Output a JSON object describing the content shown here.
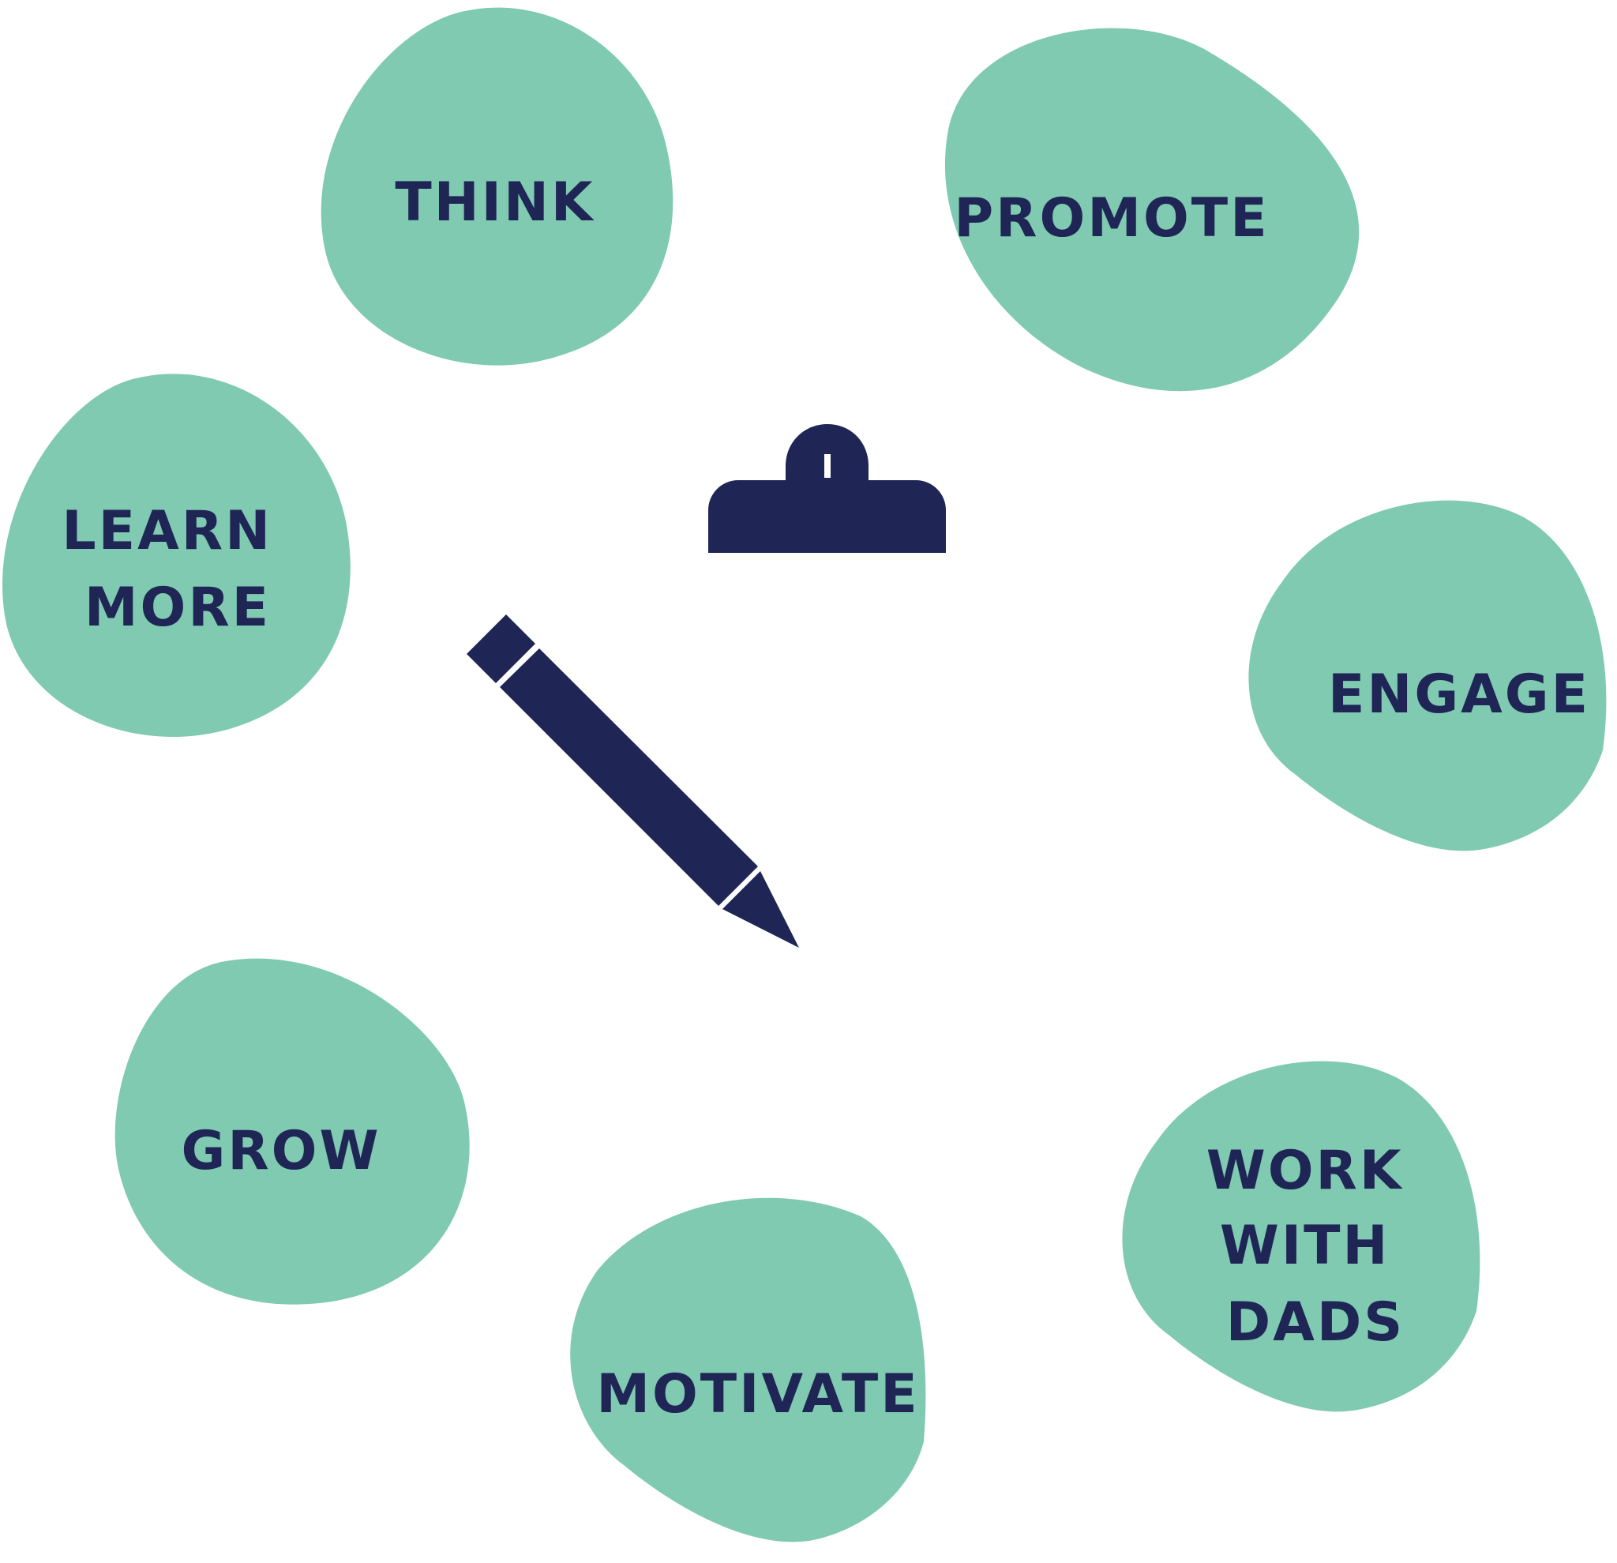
{
  "colors": {
    "blob_fill": "#7fcab0",
    "ink": "#1f2656",
    "background": "#ffffff"
  },
  "icons": {
    "center": "pencil-and-clipboard-icon"
  },
  "blobs": [
    {
      "id": "think",
      "lines": [
        "THINK"
      ]
    },
    {
      "id": "promote",
      "lines": [
        "PROMOTE"
      ]
    },
    {
      "id": "learn-more",
      "lines": [
        "LEARN",
        "MORE"
      ]
    },
    {
      "id": "engage",
      "lines": [
        "ENGAGE"
      ]
    },
    {
      "id": "grow",
      "lines": [
        "GROW"
      ]
    },
    {
      "id": "work-with-dads",
      "lines": [
        "WORK",
        "WITH",
        "DADS"
      ]
    },
    {
      "id": "motivate",
      "lines": [
        "MOTIVATE"
      ]
    }
  ]
}
